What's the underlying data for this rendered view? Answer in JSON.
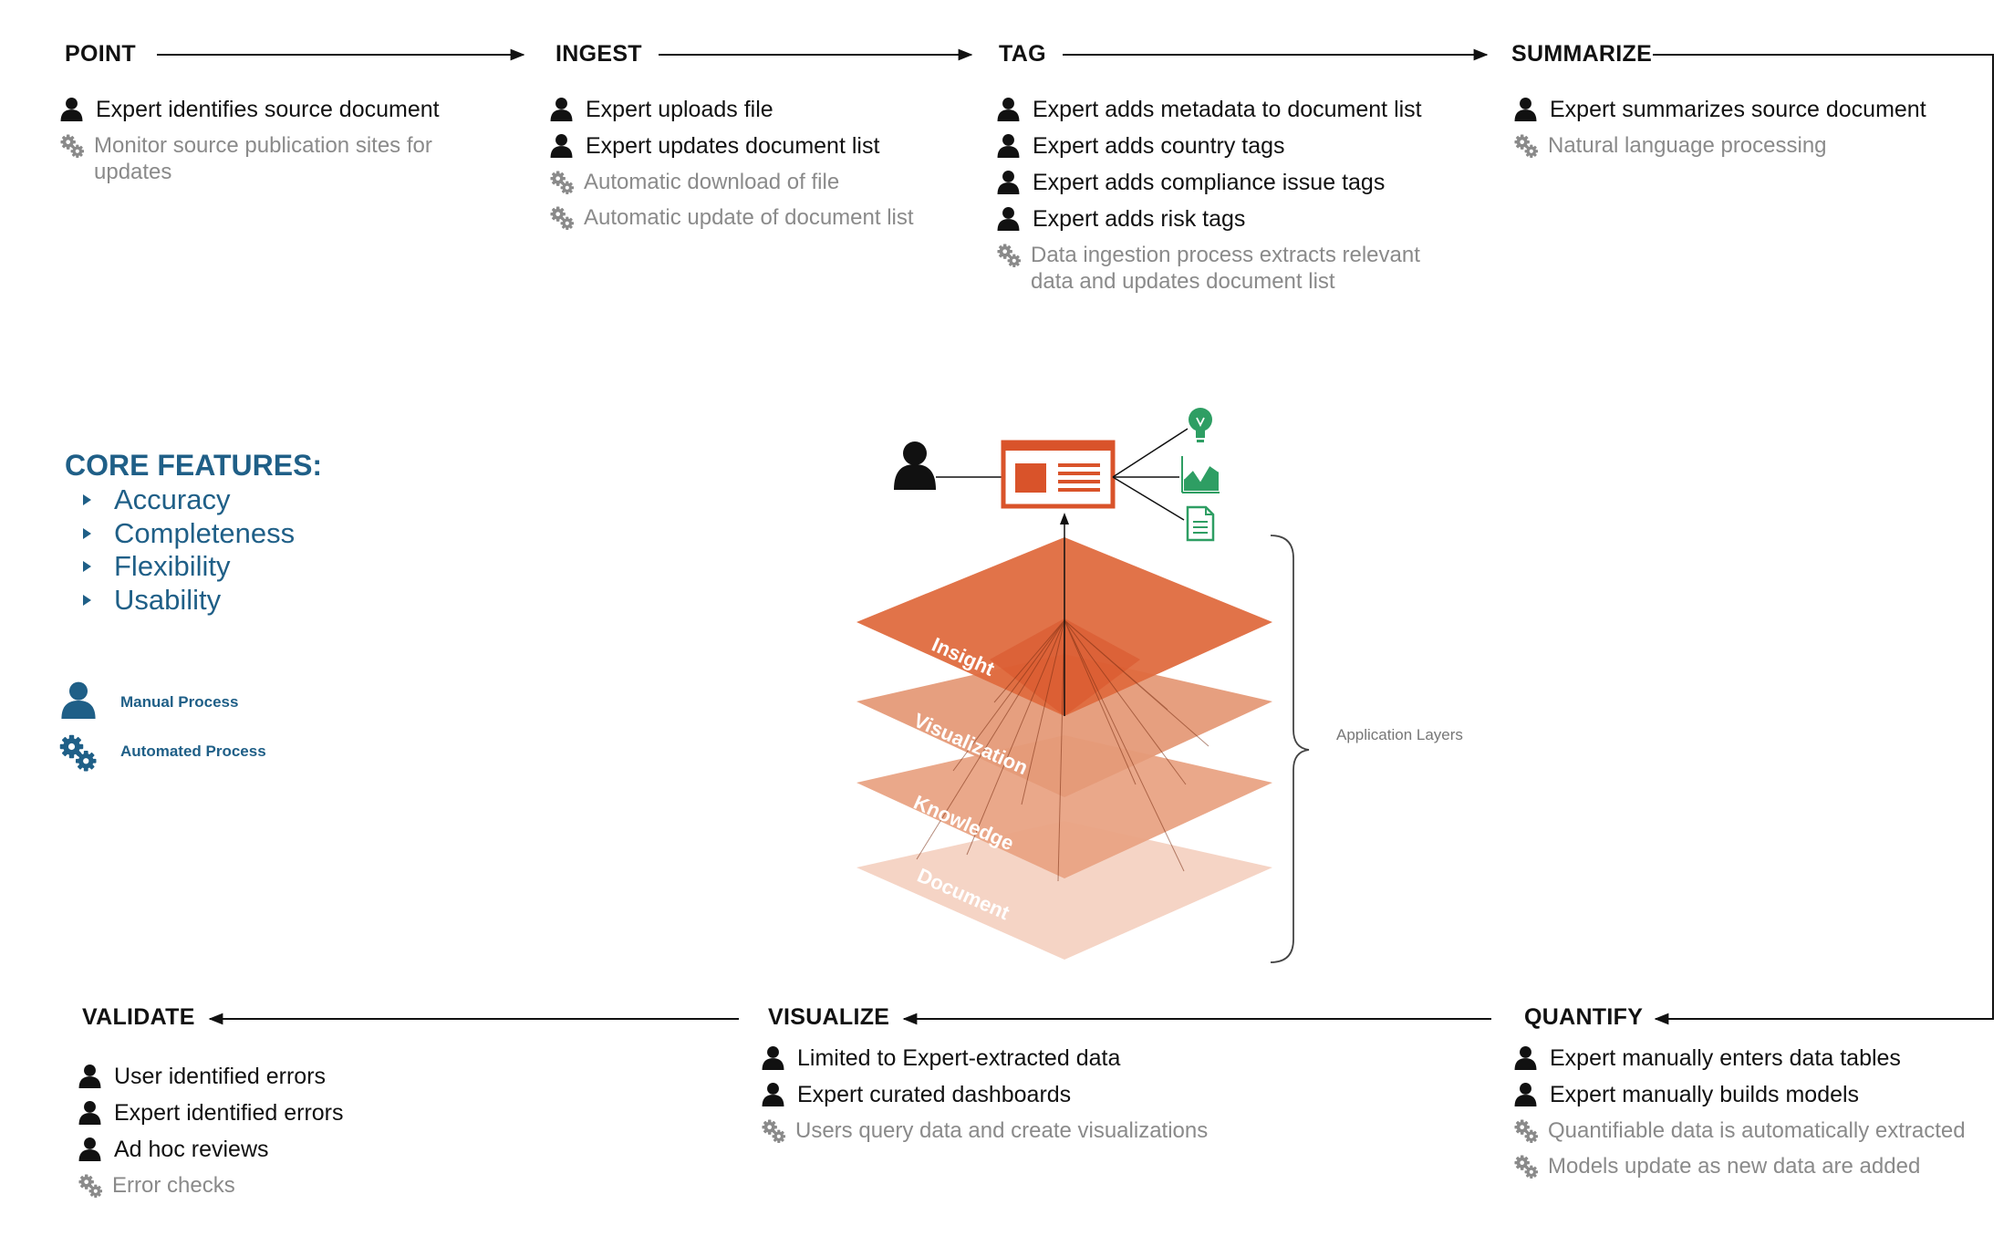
{
  "stages": {
    "point": {
      "title": "POINT",
      "items": [
        {
          "type": "manual",
          "text": "Expert identifies source document"
        },
        {
          "type": "automated",
          "text": "Monitor source publication sites for updates"
        }
      ]
    },
    "ingest": {
      "title": "INGEST",
      "items": [
        {
          "type": "manual",
          "text": "Expert uploads file"
        },
        {
          "type": "manual",
          "text": "Expert updates document list"
        },
        {
          "type": "automated",
          "text": "Automatic download of file"
        },
        {
          "type": "automated",
          "text": "Automatic update of document list"
        }
      ]
    },
    "tag": {
      "title": "TAG",
      "items": [
        {
          "type": "manual",
          "text": "Expert adds metadata to document list"
        },
        {
          "type": "manual",
          "text": "Expert adds country tags"
        },
        {
          "type": "manual",
          "text": "Expert adds compliance issue tags"
        },
        {
          "type": "manual",
          "text": "Expert adds risk tags"
        },
        {
          "type": "automated",
          "text": "Data ingestion process extracts relevant data and updates document list"
        }
      ]
    },
    "summarize": {
      "title": "SUMMARIZE",
      "items": [
        {
          "type": "manual",
          "text": "Expert summarizes source document"
        },
        {
          "type": "automated",
          "text": "Natural language processing"
        }
      ]
    },
    "quantify": {
      "title": "QUANTIFY",
      "items": [
        {
          "type": "manual",
          "text": "Expert manually enters data tables"
        },
        {
          "type": "manual",
          "text": "Expert manually builds models"
        },
        {
          "type": "automated",
          "text": "Quantifiable data is automatically extracted"
        },
        {
          "type": "automated",
          "text": "Models update as new data are added"
        }
      ]
    },
    "visualize": {
      "title": "VISUALIZE",
      "items": [
        {
          "type": "manual",
          "text": "Limited to Expert-extracted data"
        },
        {
          "type": "manual",
          "text": "Expert curated dashboards"
        },
        {
          "type": "automated",
          "text": "Users query data and create visualizations"
        }
      ]
    },
    "validate": {
      "title": "VALIDATE",
      "items": [
        {
          "type": "manual",
          "text": "User identified errors"
        },
        {
          "type": "manual",
          "text": "Expert identified errors"
        },
        {
          "type": "manual",
          "text": "Ad hoc reviews"
        },
        {
          "type": "automated",
          "text": "Error checks"
        }
      ]
    }
  },
  "core_features": {
    "title": "CORE FEATURES:",
    "items": [
      "Accuracy",
      "Completeness",
      "Flexibility",
      "Usability"
    ]
  },
  "legend": {
    "manual": "Manual Process",
    "automated": "Automated Process"
  },
  "layers": {
    "labels": [
      "Insight",
      "Visualization",
      "Knowledge",
      "Document"
    ],
    "bracket_label": "Application Layers"
  },
  "colors": {
    "accent_blue": "#1f5f87",
    "accent_orange": "#d9532a",
    "accent_green": "#2e9e63",
    "muted_gray": "#8a8a8a",
    "text_dark": "#111111"
  },
  "icons": {
    "manual": "person-icon",
    "automated": "gears-icon",
    "dashboard": "dashboard-window-icon",
    "insight": "lightbulb-icon",
    "chart": "area-chart-icon",
    "report": "document-icon"
  }
}
